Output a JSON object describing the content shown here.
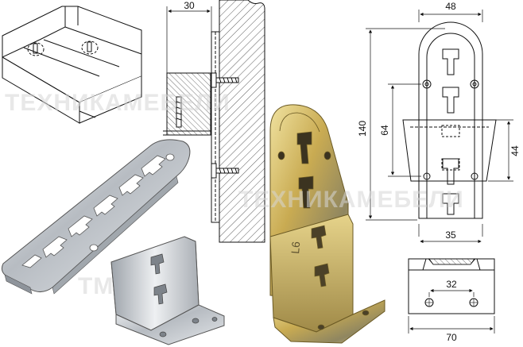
{
  "watermark": {
    "brand_left": "ТЕХНИКАМЕБЕЛИ",
    "brand_right": "ТЕХНИКАМЕБЕЛИ",
    "logo": "TM"
  },
  "section": {
    "dim_depth": "30"
  },
  "front_view": {
    "dim_width": "48",
    "dim_height": "140",
    "dim_hole_spacing": "64",
    "dim_hook_height": "44",
    "dim_hook_width": "35"
  },
  "bottom_view": {
    "dim_hole_distance": "32",
    "dim_total_width": "70"
  },
  "part_marking": "L6",
  "colors": {
    "line": "#111111",
    "hatch": "#333333",
    "steel": "#c8ccd0",
    "brass": "#c8a640",
    "watermark": "#d5d5d5"
  }
}
